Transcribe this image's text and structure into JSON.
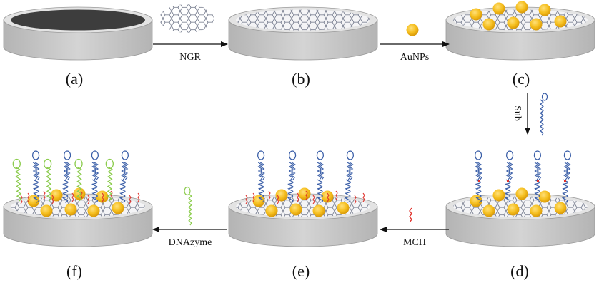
{
  "panels": [
    {
      "label": "(a)"
    },
    {
      "label": "(b)"
    },
    {
      "label": "(c)"
    },
    {
      "label": "(d)"
    },
    {
      "label": "(e)"
    },
    {
      "label": "(f)"
    }
  ],
  "arrows": [
    {
      "label": "NGR"
    },
    {
      "label": "AuNPs"
    },
    {
      "label": "Sub"
    },
    {
      "label": "MCH"
    },
    {
      "label": "DNAzyme"
    }
  ],
  "colors": {
    "electrode_side": "#c9c9c9",
    "electrode_top": "#e3e3e3",
    "dark_surface": "#3d3d3d",
    "gold": "#f5be1d",
    "dna_blue": "#3b5fa8",
    "dna_green": "#8ccc4e",
    "mch_red": "#e0302a",
    "graphene": "#6b7285"
  }
}
